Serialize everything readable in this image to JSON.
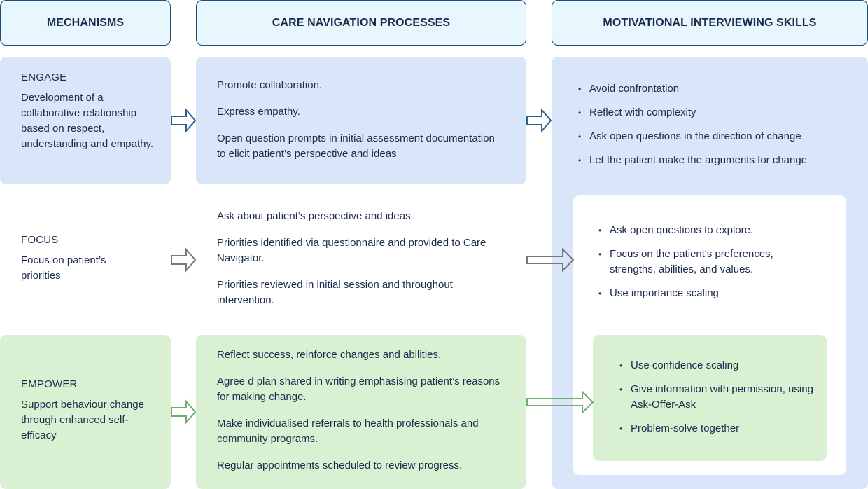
{
  "headers": {
    "mechanisms": "MECHANISMS",
    "processes": "CARE NAVIGATION PROCESSES",
    "skills": "MOTIVATIONAL INTERVIEWING SKILLS"
  },
  "rows": {
    "engage": {
      "title": "ENGAGE",
      "description": "Development of a collaborative relationship based on respect, understanding and empathy.",
      "processes": [
        "Promote collaboration.",
        "Express empathy.",
        "Open question prompts in initial assessment documentation to elicit patient’s perspective and ideas"
      ],
      "skills": [
        "Avoid confrontation",
        "Reflect with complexity",
        "Ask open questions in the direction of change",
        "Let the patient make the arguments for change"
      ]
    },
    "focus": {
      "title": "FOCUS",
      "description": "Focus on patient’s priorities",
      "processes": [
        "Ask about patient’s perspective and ideas.",
        "Priorities identified via questionnaire and provided to Care Navigator.",
        "Priorities reviewed in initial session and throughout intervention."
      ],
      "skills": [
        "Ask open questions to explore.",
        "Focus on the patient's preferences, strengths, abilities, and values.",
        "Use importance scaling"
      ]
    },
    "empower": {
      "title": "EMPOWER",
      "description": "Support behaviour change through enhanced self-efficacy",
      "processes": [
        "Reflect success, reinforce changes and abilities.",
        "Agree d plan shared in writing emphasising patient’s reasons for making change.",
        "Make individualised referrals to health professionals and community programs.",
        "Regular appointments scheduled to review progress."
      ],
      "skills": [
        "Use confidence scaling",
        "Give information with permission, using Ask-Offer-Ask",
        "Problem-solve together"
      ]
    }
  },
  "colors": {
    "engage_arrow": "#2e5f8f",
    "focus_arrow": "#777777",
    "empower_arrow": "#6fae6f",
    "blue_fill": "#d9e5f8",
    "green_fill": "#d9f1d2",
    "header_fill": "#e8f7fd",
    "text": "#1a2b4c"
  }
}
